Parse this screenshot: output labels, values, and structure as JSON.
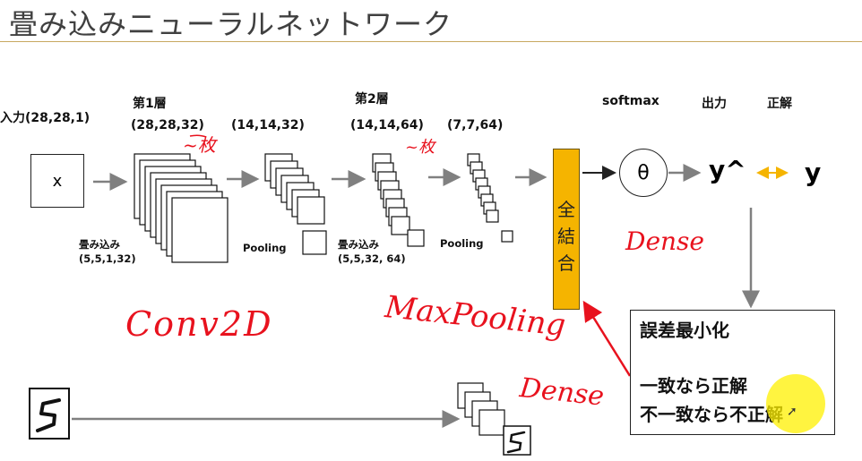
{
  "title": "畳み込みニューラルネットワーク",
  "input": {
    "label": "入力(28,28,1)",
    "box": "x"
  },
  "layer1": {
    "name": "第1層",
    "shape": "(28,28,32)",
    "pool_shape": "(14,14,32)"
  },
  "conv1": {
    "line1": "畳み込み",
    "line2": "(5,5,1,32)"
  },
  "pool1": {
    "label": "Pooling"
  },
  "layer2": {
    "name": "第2層",
    "shape": "(14,14,64)",
    "pool_shape": "(7,7,64)"
  },
  "conv2": {
    "line1": "畳み込み",
    "line2": "(5,5,32, 64)"
  },
  "pool2": {
    "label": "Pooling"
  },
  "dense_block": {
    "chars": [
      "全",
      "結",
      "合"
    ]
  },
  "headers": {
    "softmax": "softmax",
    "output": "出力",
    "correct": "正解"
  },
  "theta": "θ",
  "y_hat": "y^",
  "y": "y",
  "result_box": {
    "line1": "誤差最小化",
    "line2": "一致なら正解",
    "line3": "不一致なら不正解"
  },
  "handwriting": {
    "mai1": "~枚",
    "mai2": "~枚",
    "dense1": "Dense",
    "conv2d": "Conv2D",
    "maxpooling": "MaxPooling",
    "dense2": "Dense"
  },
  "digit": "5",
  "colors": {
    "accent_orange": "#f5b400",
    "annotation_red": "#e8121e",
    "arrow_gray": "#808080",
    "highlight_yellow": "#fff000"
  }
}
